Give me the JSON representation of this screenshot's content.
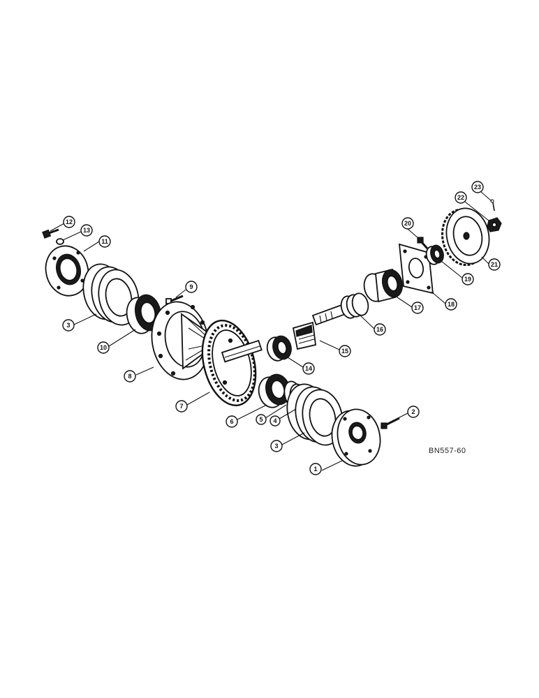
{
  "drawing": {
    "reference_code": "BN557-60"
  },
  "callouts": [
    {
      "id": "c1",
      "label": "1"
    },
    {
      "id": "c2",
      "label": "2"
    },
    {
      "id": "c3a",
      "label": "3"
    },
    {
      "id": "c3b",
      "label": "3"
    },
    {
      "id": "c4",
      "label": "4"
    },
    {
      "id": "c5",
      "label": "5"
    },
    {
      "id": "c6",
      "label": "6"
    },
    {
      "id": "c7",
      "label": "7"
    },
    {
      "id": "c8",
      "label": "8"
    },
    {
      "id": "c9",
      "label": "9"
    },
    {
      "id": "c10",
      "label": "10"
    },
    {
      "id": "c11",
      "label": "11"
    },
    {
      "id": "c12",
      "label": "12"
    },
    {
      "id": "c13",
      "label": "13"
    },
    {
      "id": "c14",
      "label": "14"
    },
    {
      "id": "c15",
      "label": "15"
    },
    {
      "id": "c16",
      "label": "16"
    },
    {
      "id": "c17",
      "label": "17"
    },
    {
      "id": "c18",
      "label": "18"
    },
    {
      "id": "c19",
      "label": "19"
    },
    {
      "id": "c20",
      "label": "20"
    },
    {
      "id": "c21",
      "label": "21"
    },
    {
      "id": "c22",
      "label": "22"
    },
    {
      "id": "c23",
      "label": "23"
    }
  ]
}
